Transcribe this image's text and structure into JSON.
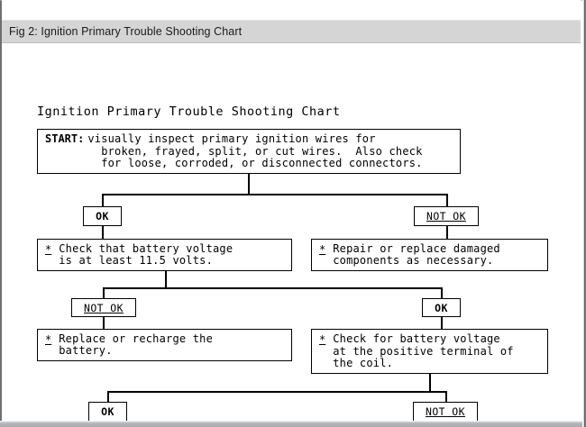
{
  "window": {
    "caption": "Fig 2: Ignition Primary Trouble Shooting Chart"
  },
  "chart": {
    "heading": "Ignition Primary Trouble Shooting Chart",
    "bullet_marker": "*",
    "start_label": "START:",
    "nodes": {
      "start": {
        "text": "visually inspect primary ignition wires for\n  broken, frayed, split, or cut wires.  Also check\n  for loose, corroded, or disconnected connectors."
      },
      "check_battery_voltage": {
        "text": "Check that battery voltage\nis at least 11.5 volts."
      },
      "repair_replace_components": {
        "text": "Repair or replace damaged\ncomponents as necessary."
      },
      "replace_recharge_battery": {
        "text": "Replace or recharge the\nbattery."
      },
      "check_coil_terminal_voltage": {
        "text": "Check for battery voltage\nat the positive terminal of\nthe coil."
      }
    },
    "chips": {
      "r1_left": "OK",
      "r1_right": "NOT OK",
      "r2_left": "NOT OK",
      "r2_right": "OK",
      "r3_left": "OK",
      "r3_right": "NOT OK"
    },
    "colors": {
      "line": "#000000",
      "box_fill": "#ffffff",
      "page_bg": "#ffffff",
      "titlebar_bg": "#d5d5d5",
      "text": "#000000"
    }
  }
}
